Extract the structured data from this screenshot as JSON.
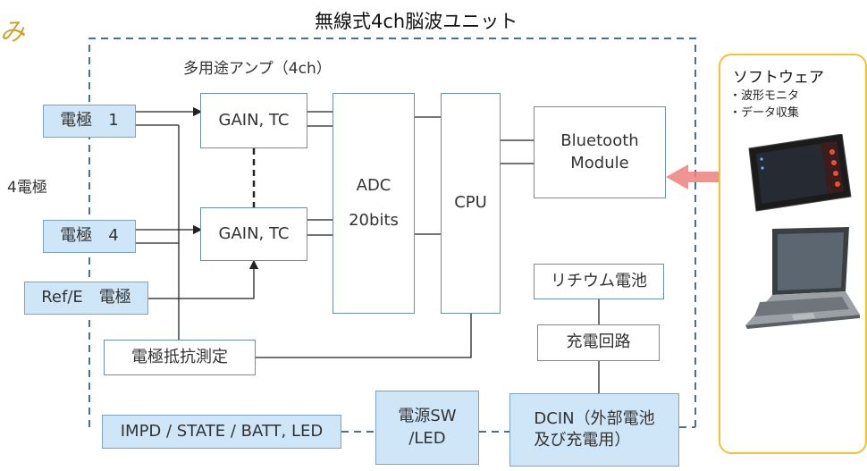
{
  "corner_text": "み",
  "unit_title": "無線式4ch脳波ユニット",
  "amp_title": "多用途アンプ（4ch）",
  "electrode_count": "4電極",
  "electrode_1": "電極　1",
  "electrode_4": "電極　4",
  "ref_electrode": "Ref/E　電極",
  "gain_tc_top": "GAIN, TC",
  "gain_tc_bottom": "GAIN, TC",
  "adc_line1": "ADC",
  "adc_line2": "20bits",
  "cpu": "CPU",
  "bluetooth": "Bluetooth\nModule",
  "impedance": "電極抵抗測定",
  "battery": "リチウム電池",
  "charge_circuit": "充電回路",
  "status_led": "IMPD / STATE / BATT, LED",
  "power_sw": "電源SW\n/LED",
  "dcin": "DCIN（外部電池\n及び充電用）",
  "software": {
    "title": "ソフトウェア",
    "items": [
      "・波形モニタ",
      "・データ収集"
    ]
  },
  "colors": {
    "electrode_fill": "#cfe6f8",
    "dashed_border": "#4f6f86",
    "software_border": "#f1c232",
    "link_arrow": "#f08080",
    "corner_text": "#c9a227"
  }
}
